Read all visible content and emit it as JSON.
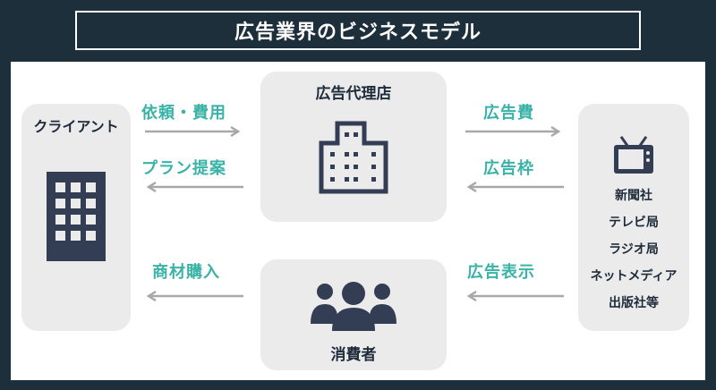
{
  "title": "広告業界のビジネスモデル",
  "nodes": {
    "client": {
      "label": "クライアント"
    },
    "agency": {
      "label": "広告代理店"
    },
    "consumer": {
      "label": "消費者"
    },
    "media": {
      "items": [
        "新聞社",
        "テレビ局",
        "ラジオ局",
        "ネットメディア",
        "出版社等"
      ]
    }
  },
  "flows": {
    "client_to_agency": "依頼・費用",
    "agency_to_client": "プラン提案",
    "consumer_to_client": "商材購入",
    "agency_to_media": "広告費",
    "media_to_agency": "広告枠",
    "media_to_consumer": "広告表示"
  },
  "colors": {
    "background": "#1c2f3a",
    "card": "#ebebeb",
    "accent_text": "#3ab3a7",
    "arrow": "#a8a8a8",
    "icon": "#333d54"
  },
  "icons": {
    "client": "office-building-icon",
    "agency": "building-icon",
    "consumer": "people-group-icon",
    "media": "television-icon"
  }
}
